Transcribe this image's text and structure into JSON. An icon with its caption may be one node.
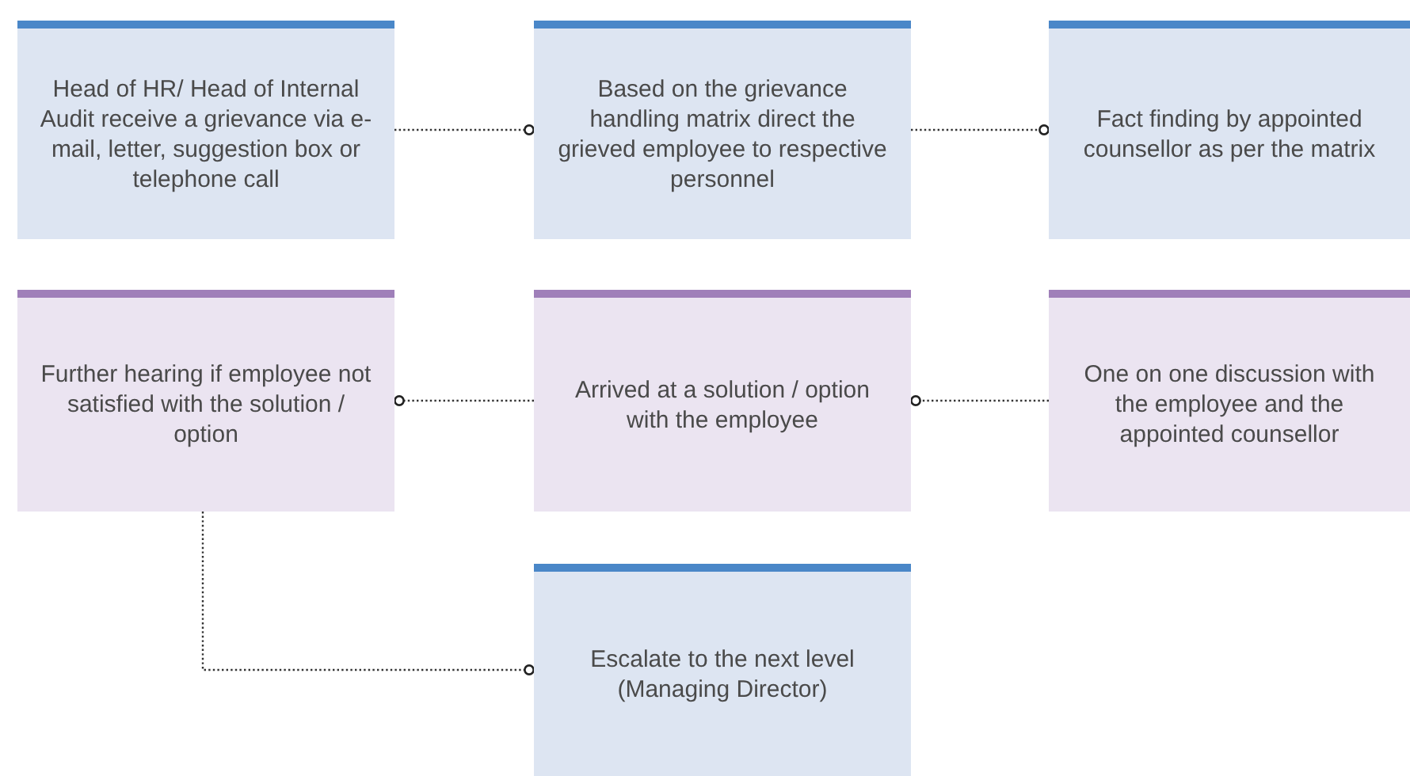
{
  "diagram": {
    "nodes": [
      {
        "text": [
          "Head of HR/ Head of Internal Audit receive a grievance via e-mail, letter, suggestion box or telephone call"
        ]
      },
      {
        "text": [
          "Based on the grievance handling matrix direct the grieved employee to respective personnel"
        ]
      },
      {
        "text": [
          "Fact finding by appointed counsellor as per the matrix"
        ]
      },
      {
        "text": [
          "Further hearing if employee not satisfied with the solution / option"
        ]
      },
      {
        "text": [
          "Arrived at a solution / option with the employee"
        ]
      },
      {
        "text": [
          "One on one discussion with the employee and the appointed counsellor"
        ]
      },
      {
        "text": [
          "Escalate to the next level (Managing Director)"
        ]
      }
    ],
    "edges": [
      {
        "from": 0,
        "to": 1,
        "arrow": "other"
      },
      {
        "from": 1,
        "to": 2,
        "arrow": "other"
      },
      {
        "from": 5,
        "to": 4,
        "arrow": "other"
      },
      {
        "from": 4,
        "to": 3,
        "arrow": "other"
      },
      {
        "from": 3,
        "to": 6,
        "arrow": "other"
      }
    ]
  }
}
